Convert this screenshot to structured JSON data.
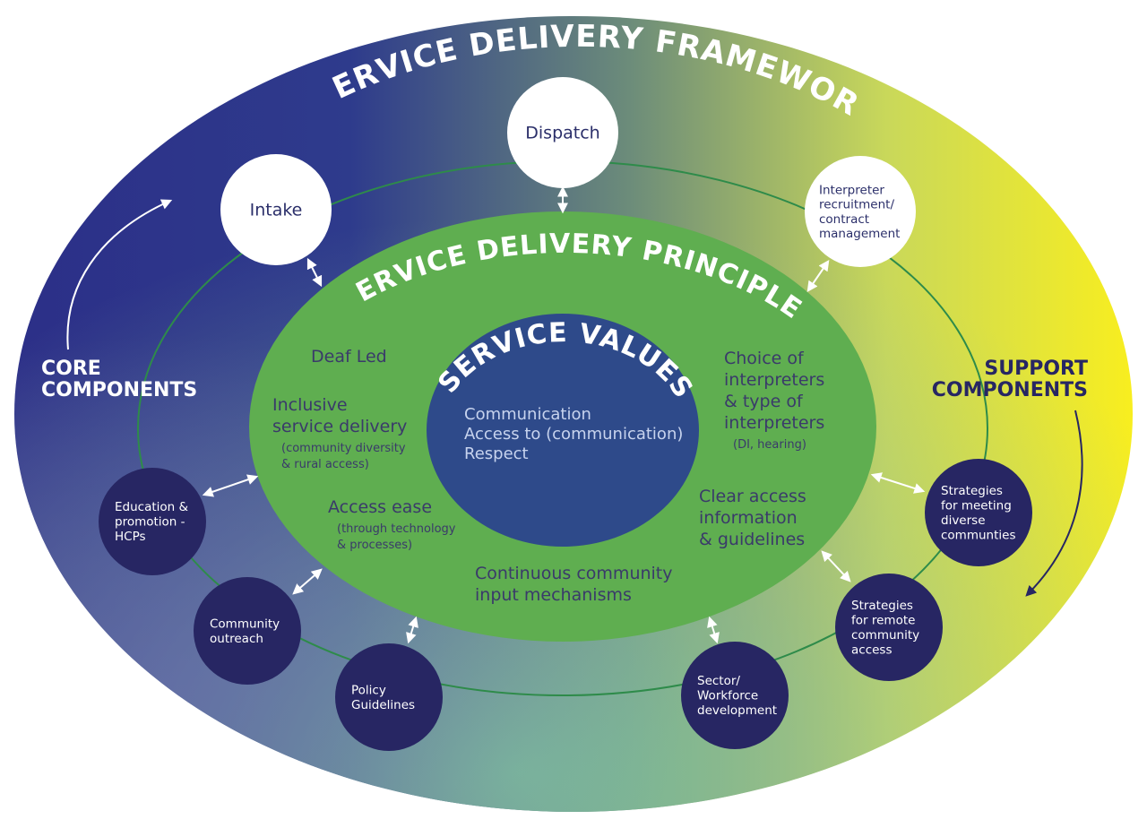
{
  "framework": {
    "title": "SERVICE DELIVERY FRAMEWORK",
    "core_label": [
      "CORE",
      "COMPONENTS"
    ],
    "support_label": [
      "SUPPORT",
      "COMPONENTS"
    ]
  },
  "principles": {
    "title": "SERVICE DELIVERY PRINCIPLES",
    "deaf_led": "Deaf Led",
    "inclusive": {
      "main": [
        "Inclusive",
        "service delivery"
      ],
      "sub": [
        "(community diversity",
        "& rural access)"
      ]
    },
    "access_ease": {
      "main": [
        "Access ease"
      ],
      "sub": [
        "(through technology",
        "& processes)"
      ]
    },
    "choice": {
      "main": [
        "Choice of",
        "interpreters",
        "& type of",
        "interpreters"
      ],
      "sub": [
        "(DI, hearing)"
      ]
    },
    "clear_access": {
      "main": [
        "Clear access",
        "information",
        "& guidelines"
      ]
    },
    "continuous": {
      "main": [
        "Continuous community",
        "input mechanisms"
      ]
    }
  },
  "values": {
    "title": "SERVICE VALUES",
    "items": [
      "Communication",
      "Access to (communication)",
      "Respect"
    ]
  },
  "core_components": [
    {
      "id": "intake",
      "lines": [
        "Intake"
      ]
    },
    {
      "id": "dispatch",
      "lines": [
        "Dispatch"
      ]
    },
    {
      "id": "interpreter-recruitment",
      "lines": [
        "Interpreter",
        "recruitment/",
        "contract",
        "management"
      ]
    }
  ],
  "support_components": [
    {
      "id": "education-promotion",
      "lines": [
        "Education &",
        "promotion -",
        "HCPs"
      ]
    },
    {
      "id": "community-outreach",
      "lines": [
        "Community",
        "outreach"
      ]
    },
    {
      "id": "policy-guidelines",
      "lines": [
        "Policy",
        "Guidelines"
      ]
    },
    {
      "id": "sector-workforce",
      "lines": [
        "Sector/",
        "Workforce",
        "development"
      ]
    },
    {
      "id": "remote-access",
      "lines": [
        "Strategies",
        "for remote",
        "community",
        "access"
      ]
    },
    {
      "id": "diverse-communities",
      "lines": [
        "Strategies",
        "for meeting",
        "diverse",
        "communties"
      ]
    }
  ],
  "colors": {
    "outer_left": "#2b2f87",
    "outer_right": "#f7ec1e",
    "principles_green": "#5fae50",
    "values_blue": "#2e4a8a",
    "node_dark": "#272663",
    "ring_line": "#2e8b4a",
    "text_dark": "#3a3a6a"
  }
}
